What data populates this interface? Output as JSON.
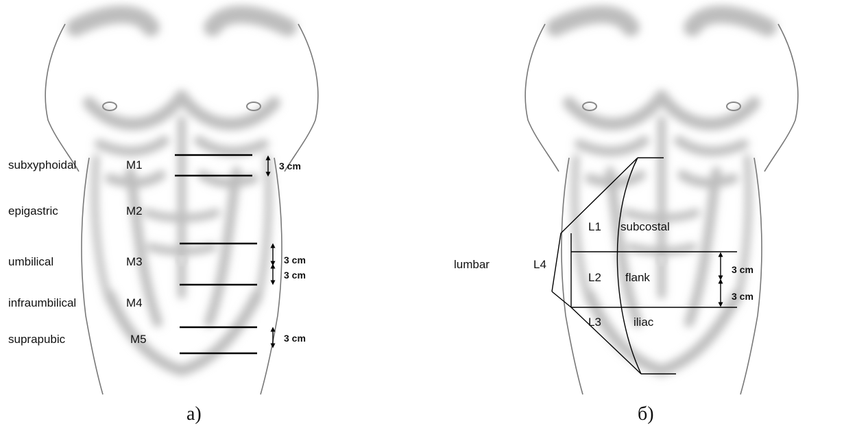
{
  "panel_a": {
    "caption": "a)",
    "regions": [
      {
        "name": "subxyphoidal",
        "code": "M1"
      },
      {
        "name": "epigastric",
        "code": "M2"
      },
      {
        "name": "umbilical",
        "code": "M3"
      },
      {
        "name": "infraumbilical",
        "code": "M4"
      },
      {
        "name": "suprapubic",
        "code": "M5"
      }
    ],
    "measures": [
      "3 cm",
      "3 cm",
      "3 cm",
      "3 cm"
    ]
  },
  "panel_b": {
    "caption": "б)",
    "regions": [
      {
        "name": "subcostal",
        "code": "L1"
      },
      {
        "name": "flank",
        "code": "L2"
      },
      {
        "name": "iliac",
        "code": "L3"
      },
      {
        "name": "lumbar",
        "code": "L4"
      }
    ],
    "measures": [
      "3 cm",
      "3 cm"
    ]
  },
  "colors": {
    "lines": "#000000",
    "torso_shading": "#bdbdbd",
    "background": "#ffffff"
  }
}
